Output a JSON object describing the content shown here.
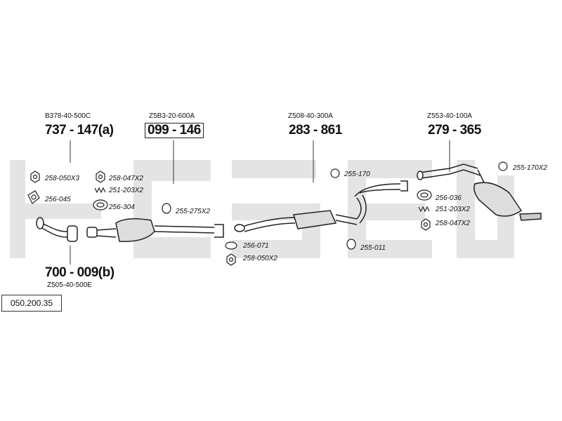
{
  "catalogue_number": "050.200.35",
  "assemblies": [
    {
      "id": "a1",
      "code": "B378-40-500C",
      "part": "737 - 147(a)",
      "boxed": false
    },
    {
      "id": "a2",
      "code": "Z5B3-20-600A",
      "part": "099 - 146",
      "boxed": true
    },
    {
      "id": "a3",
      "code": "Z508-40-300A",
      "part": "283 - 861",
      "boxed": false
    },
    {
      "id": "a4",
      "code": "Z553-40-100A",
      "part": "279 - 365",
      "boxed": false
    },
    {
      "id": "a5",
      "code": "Z505-40-500E",
      "part": "700 - 009(b)",
      "boxed": false
    }
  ],
  "fittings": [
    {
      "id": "f1",
      "ref": "258-050X3",
      "icon": "nut-icon"
    },
    {
      "id": "f2",
      "ref": "258-047X2",
      "icon": "nut-icon"
    },
    {
      "id": "f3",
      "ref": "251-203X2",
      "icon": "spring-icon"
    },
    {
      "id": "f4",
      "ref": "256-045",
      "icon": "flange-gasket-icon"
    },
    {
      "id": "f5",
      "ref": "256-304",
      "icon": "ring-gasket-icon"
    },
    {
      "id": "f6",
      "ref": "255-275X2",
      "icon": "rubber-mount-icon"
    },
    {
      "id": "f7",
      "ref": "256-071",
      "icon": "ring-gasket-icon"
    },
    {
      "id": "f8",
      "ref": "258-050X2",
      "icon": "nut-icon"
    },
    {
      "id": "f9",
      "ref": "255-170",
      "icon": "rubber-mount-icon"
    },
    {
      "id": "f10",
      "ref": "255-011",
      "icon": "rubber-mount-icon"
    },
    {
      "id": "f11",
      "ref": "256-036",
      "icon": "ring-gasket-icon"
    },
    {
      "id": "f12",
      "ref": "251-203X2",
      "icon": "spring-icon"
    },
    {
      "id": "f13",
      "ref": "258-047X2",
      "icon": "nut-icon"
    },
    {
      "id": "f14",
      "ref": "255-170X2",
      "icon": "rubber-mount-icon"
    }
  ],
  "brand_watermark": "bosal"
}
